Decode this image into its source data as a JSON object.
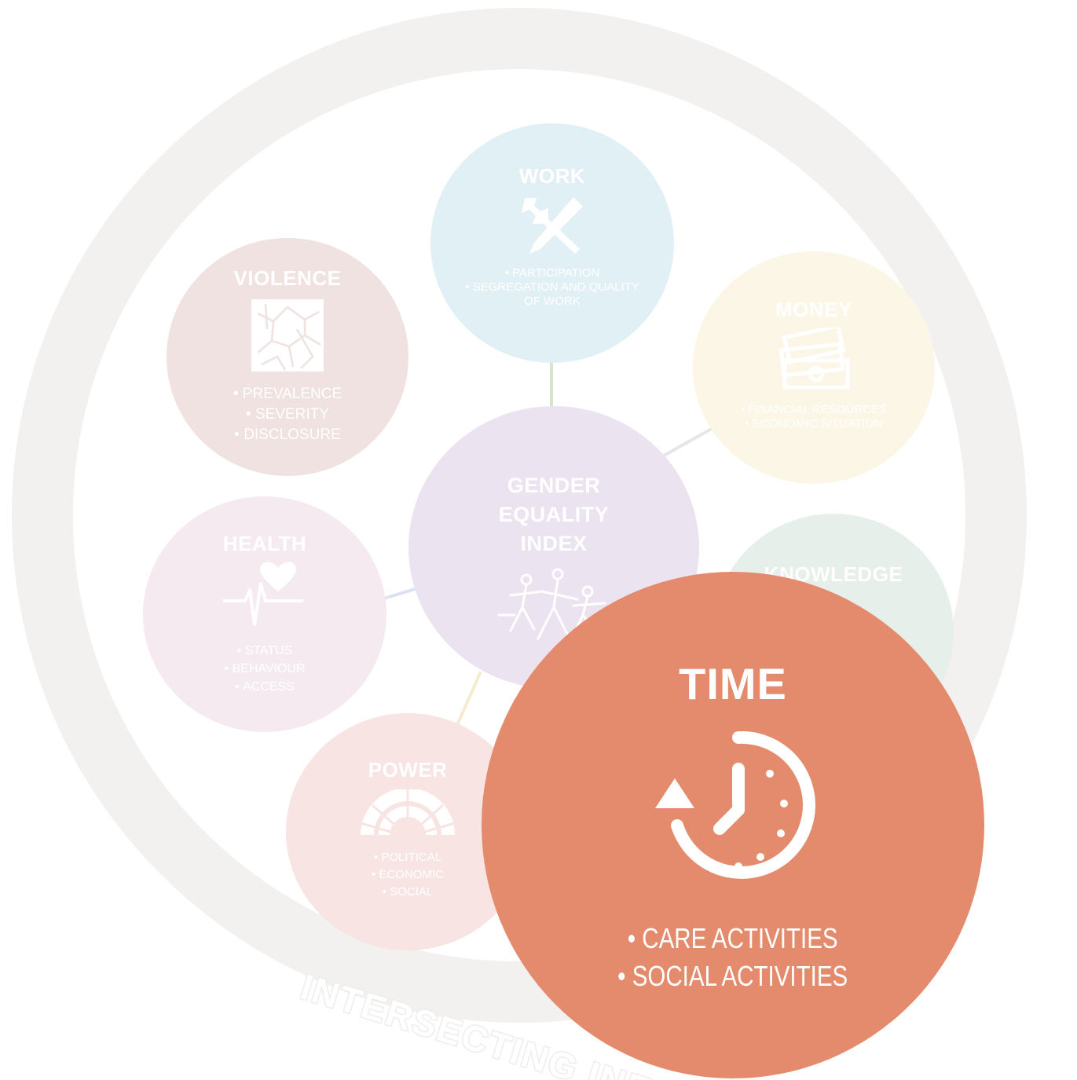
{
  "outer_ring_label": "INTERSECTING INE",
  "center": {
    "title_lines": [
      "GENDER",
      "EQUALITY",
      "INDEX"
    ],
    "icon": "people-figures-icon",
    "color": "#ebe3ef"
  },
  "domains": {
    "work": {
      "title": "WORK",
      "icon": "wrench-pencil-icon",
      "bullets": [
        "PARTICIPATION",
        "SEGREGATION AND QUALITY",
        "OF WORK"
      ],
      "color": "#e1f0f4"
    },
    "money": {
      "title": "MONEY",
      "icon": "banknotes-icon",
      "bullets": [
        "FINANCIAL RESOURCES",
        "ECONOMIC SITUATION"
      ],
      "color": "#fbf6e6"
    },
    "violence": {
      "title": "VIOLENCE",
      "icon": "cracked-square-icon",
      "bullets": [
        "PREVALENCE",
        "SEVERITY",
        "DISCLOSURE"
      ],
      "color": "#efe2e1"
    },
    "health": {
      "title": "HEALTH",
      "icon": "heartbeat-icon",
      "bullets": [
        "STATUS",
        "BEHAVIOUR",
        "ACCESS"
      ],
      "color": "#f4eaf0"
    },
    "knowledge": {
      "title": "KNOWLEDGE",
      "color": "#e7efea"
    },
    "power": {
      "title": "POWER",
      "icon": "parliament-icon",
      "bullets": [
        "POLITICAL",
        "ECONOMIC",
        "SOCIAL"
      ],
      "color": "#f7e4e3"
    },
    "time": {
      "title": "TIME",
      "icon": "clock-history-icon",
      "bullets": [
        "CARE ACTIVITIES",
        "SOCIAL ACTIVITIES"
      ],
      "color": "#e58b6d"
    }
  }
}
